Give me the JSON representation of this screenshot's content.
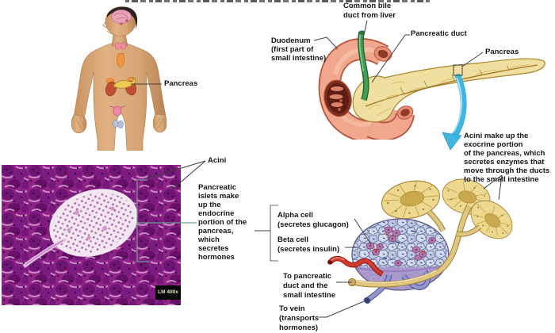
{
  "figure": {
    "body_label": "Pancreas"
  },
  "organ_diagram": {
    "common_bile_label": "Common bile\nduct from liver",
    "duodenum_label": "Duodenum\n(first part of\nsmall intestine)",
    "pancreatic_duct_label": "Pancreatic duct",
    "pancreas_label": "Pancreas",
    "acini_annotation": "Acini make up the\nexocrine portion\nof the pancreas, which\nsecretes enzymes that\nmove through the ducts\nto the small intestine"
  },
  "micrograph": {
    "acini_label": "Acini",
    "islets_annotation": "Pancreatic\nislets make\nup the\nendocrine\nportion of the\npancreas,\nwhich\nsecretes\nhormones",
    "magnification": "LM 400x"
  },
  "islet_diagram": {
    "alpha_label": "Alpha cell\n(secretes glucagon)",
    "beta_label": "Beta cell\n(secretes insulin)",
    "duct_label": "To pancreatic\nduct and the\nsmall intestine",
    "vein_label": "To vein\n(transports\nhormones)"
  },
  "palette": {
    "leader_line": "#3f3f3f",
    "bracket_gray": "#6e6e6e",
    "bracket_teal": "#6f9a92",
    "arrow_blue": "#41b4e1",
    "duodenum_pink": "#f0a78d",
    "pancreas_yellow": "#efe0a2",
    "bile_duct_green": "#3fa055",
    "acinus_yellow": "#ecd88e",
    "islet_blue": "#c6d0ea",
    "alpha_cell_purple": "#b277ab",
    "vessel_red": "#d4392e",
    "vein_blue": "#9195cf",
    "duct_tan": "#e0c67e",
    "micrograph_magenta": "#8f2387"
  }
}
